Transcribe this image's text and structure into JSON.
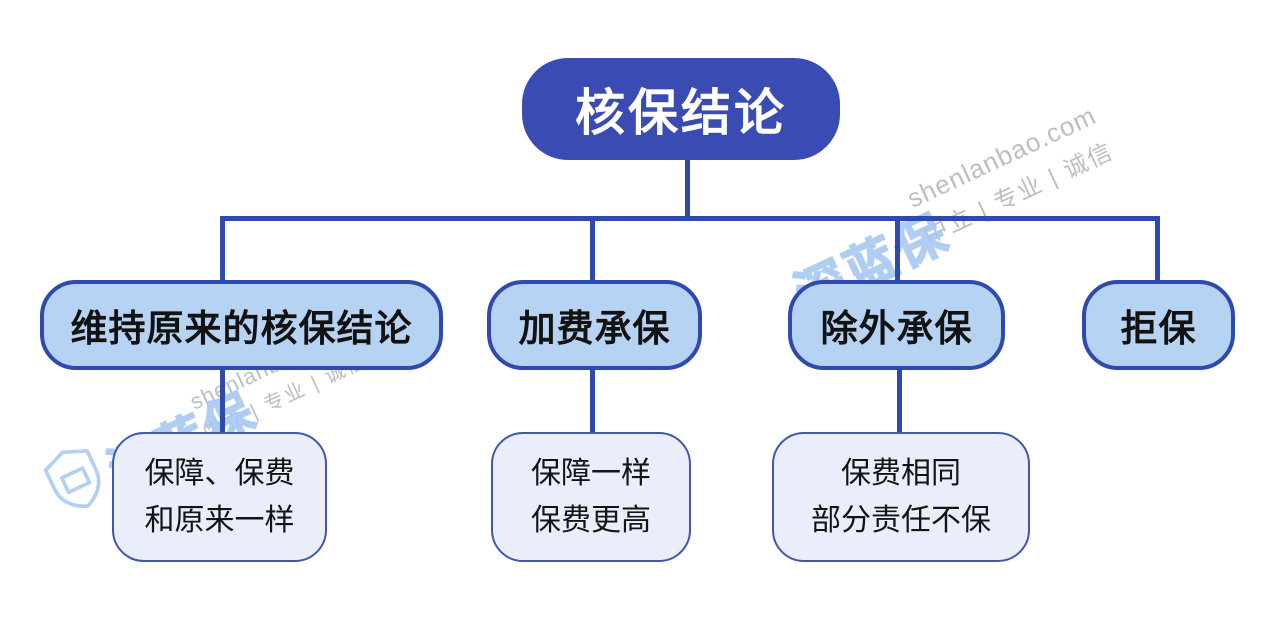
{
  "diagram": {
    "root": {
      "label": "核保结论"
    },
    "branches": [
      {
        "label": "维持原来的核保结论",
        "detail_lines": [
          "保障、保费",
          "和原来一样"
        ]
      },
      {
        "label": "加费承保",
        "detail_lines": [
          "保障一样",
          "保费更高"
        ]
      },
      {
        "label": "除外承保",
        "detail_lines": [
          "保费相同",
          "部分责任不保"
        ]
      },
      {
        "label": "拒保",
        "detail_lines": []
      }
    ]
  },
  "watermarks": {
    "brand_text": "shenlanbao.com",
    "slogan": "中立 | 专业 | 诚信",
    "logo_text": "深蓝保"
  },
  "colors": {
    "primary_dark_blue": "#3a4bb3",
    "connector_blue": "#2e4aae",
    "branch_fill": "#b7d3f3",
    "detail_fill": "#e9eefa",
    "detail_border": "#4256b0",
    "watermark_gray": "#94969b",
    "watermark_blue": "#a6c7f0"
  }
}
